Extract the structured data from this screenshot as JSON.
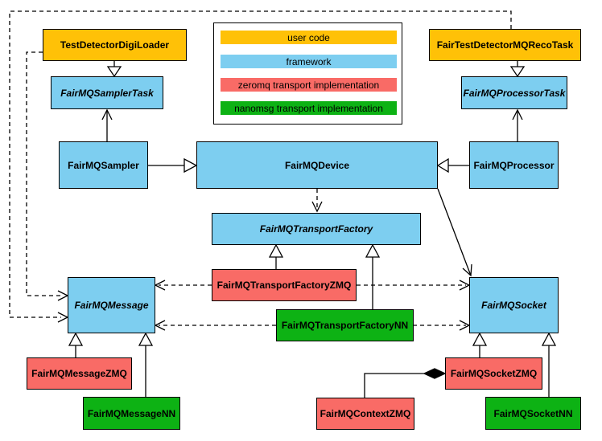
{
  "palette": {
    "user_code": "#FFC107",
    "framework": "#7DCEF0",
    "zeromq": "#F96B66",
    "nanomsg": "#0DB214",
    "border": "#000000",
    "background": "#FFFFFF"
  },
  "legend": {
    "items": [
      {
        "label": "user code",
        "color": "#FFC107"
      },
      {
        "label": "framework",
        "color": "#7DCEF0"
      },
      {
        "label": "zeromq transport implementation",
        "color": "#F96B66"
      },
      {
        "label": "nanomsg transport implementation",
        "color": "#0DB214"
      }
    ]
  },
  "nodes": {
    "test_detector_digi_loader": {
      "label": "TestDetectorDigiLoader",
      "category": "user code",
      "abstract": false
    },
    "fair_test_detector_mq_reco_task": {
      "label": "FairTestDetectorMQRecoTask",
      "category": "user code",
      "abstract": false
    },
    "fairmq_sampler_task": {
      "label": "FairMQSamplerTask",
      "category": "framework",
      "abstract": true
    },
    "fairmq_processor_task": {
      "label": "FairMQProcessorTask",
      "category": "framework",
      "abstract": true
    },
    "fairmq_sampler": {
      "label": "FairMQSampler",
      "category": "framework",
      "abstract": false
    },
    "fairmq_device": {
      "label": "FairMQDevice",
      "category": "framework",
      "abstract": false
    },
    "fairmq_processor": {
      "label": "FairMQProcessor",
      "category": "framework",
      "abstract": false
    },
    "fairmq_transport_factory": {
      "label": "FairMQTransportFactory",
      "category": "framework",
      "abstract": true
    },
    "fairmq_transport_factory_zmq": {
      "label": "FairMQTransportFactoryZMQ",
      "category": "zeromq",
      "abstract": false
    },
    "fairmq_transport_factory_nn": {
      "label": "FairMQTransportFactoryNN",
      "category": "nanomsg",
      "abstract": false
    },
    "fairmq_message": {
      "label": "FairMQMessage",
      "category": "framework",
      "abstract": true
    },
    "fairmq_message_zmq": {
      "label": "FairMQMessageZMQ",
      "category": "zeromq",
      "abstract": false
    },
    "fairmq_message_nn": {
      "label": "FairMQMessageNN",
      "category": "nanomsg",
      "abstract": false
    },
    "fairmq_socket": {
      "label": "FairMQSocket",
      "category": "framework",
      "abstract": true
    },
    "fairmq_socket_zmq": {
      "label": "FairMQSocketZMQ",
      "category": "zeromq",
      "abstract": false
    },
    "fairmq_socket_nn": {
      "label": "FairMQSocketNN",
      "category": "nanomsg",
      "abstract": false
    },
    "fairmq_context_zmq": {
      "label": "FairMQContextZMQ",
      "category": "zeromq",
      "abstract": false
    }
  },
  "edges": [
    {
      "from": "TestDetectorDigiLoader",
      "to": "FairMQSamplerTask",
      "type": "inheritance"
    },
    {
      "from": "FairTestDetectorMQRecoTask",
      "to": "FairMQProcessorTask",
      "type": "inheritance"
    },
    {
      "from": "FairMQSampler",
      "to": "FairMQSamplerTask",
      "type": "association"
    },
    {
      "from": "FairMQProcessor",
      "to": "FairMQProcessorTask",
      "type": "association"
    },
    {
      "from": "FairMQSampler",
      "to": "FairMQDevice",
      "type": "inheritance"
    },
    {
      "from": "FairMQProcessor",
      "to": "FairMQDevice",
      "type": "inheritance"
    },
    {
      "from": "FairMQDevice",
      "to": "FairMQTransportFactory",
      "type": "dependency"
    },
    {
      "from": "FairMQDevice",
      "to": "FairMQSocket",
      "type": "association"
    },
    {
      "from": "FairMQTransportFactoryZMQ",
      "to": "FairMQTransportFactory",
      "type": "inheritance"
    },
    {
      "from": "FairMQTransportFactoryNN",
      "to": "FairMQTransportFactory",
      "type": "inheritance"
    },
    {
      "from": "FairMQTransportFactoryZMQ",
      "to": "FairMQMessage",
      "type": "dependency"
    },
    {
      "from": "FairMQTransportFactoryZMQ",
      "to": "FairMQSocket",
      "type": "dependency"
    },
    {
      "from": "FairMQTransportFactoryNN",
      "to": "FairMQMessage",
      "type": "dependency"
    },
    {
      "from": "FairMQTransportFactoryNN",
      "to": "FairMQSocket",
      "type": "dependency"
    },
    {
      "from": "TestDetectorDigiLoader",
      "to": "FairMQMessage",
      "type": "dependency"
    },
    {
      "from": "FairTestDetectorMQRecoTask",
      "to": "FairMQMessage",
      "type": "dependency"
    },
    {
      "from": "FairMQMessageZMQ",
      "to": "FairMQMessage",
      "type": "inheritance"
    },
    {
      "from": "FairMQMessageNN",
      "to": "FairMQMessage",
      "type": "inheritance"
    },
    {
      "from": "FairMQSocketZMQ",
      "to": "FairMQSocket",
      "type": "inheritance"
    },
    {
      "from": "FairMQSocketNN",
      "to": "FairMQSocket",
      "type": "inheritance"
    },
    {
      "from": "FairMQContextZMQ",
      "to": "FairMQSocketZMQ",
      "type": "composition"
    }
  ]
}
